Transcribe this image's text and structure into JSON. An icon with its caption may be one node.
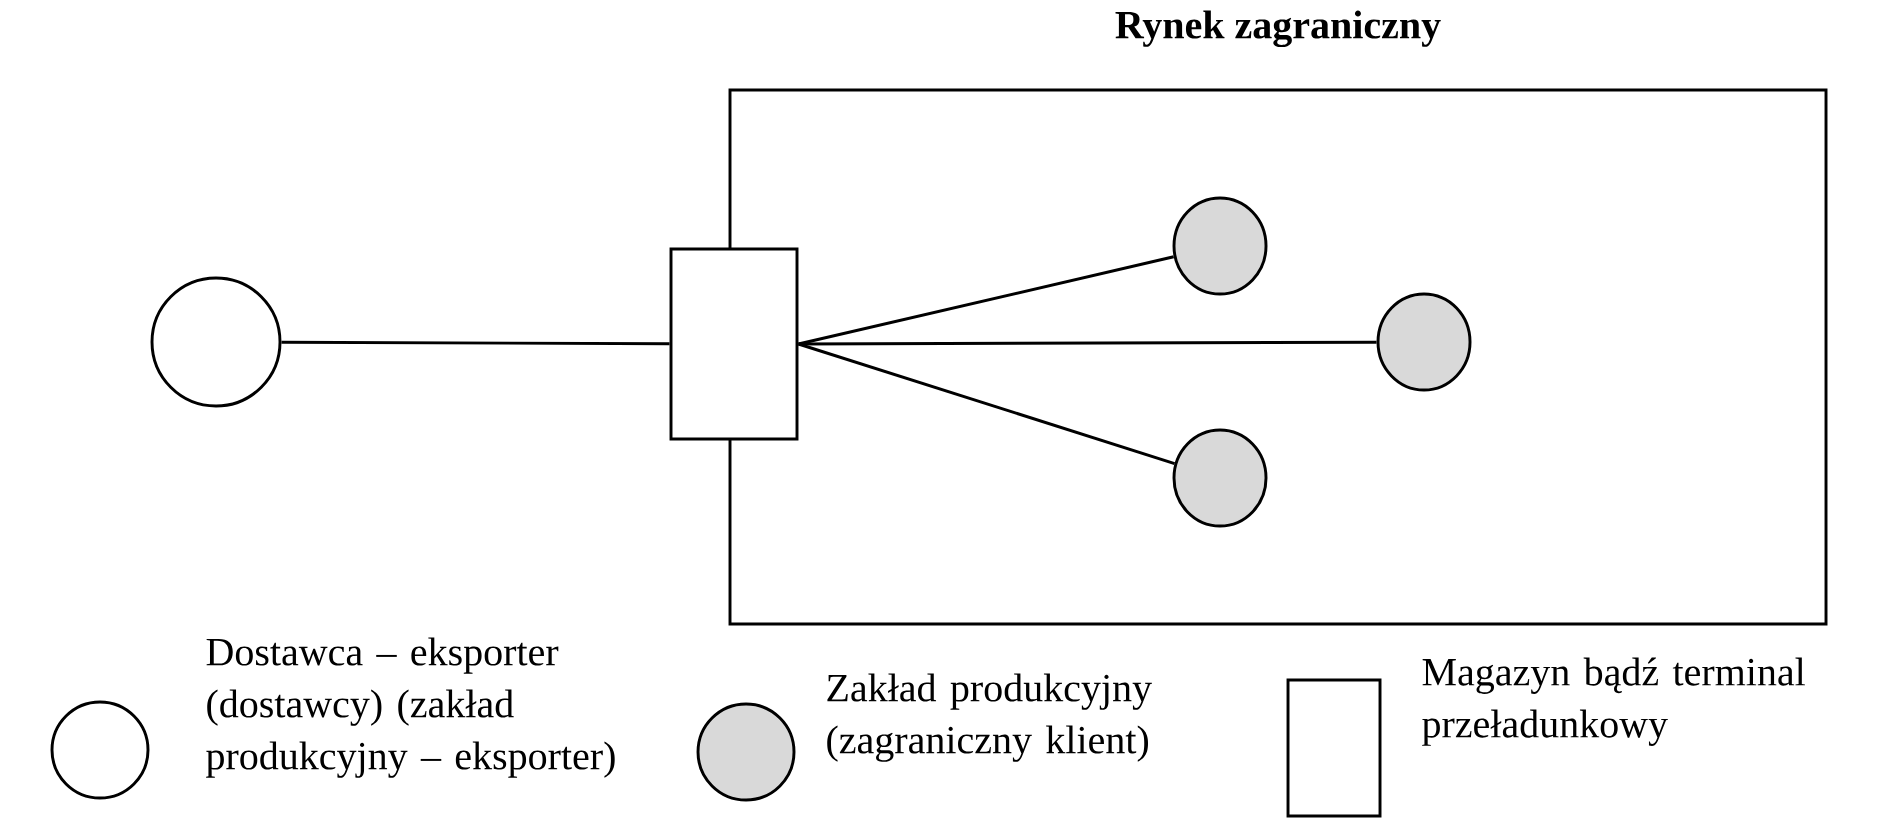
{
  "diagram": {
    "nodes": [
      {
        "text": [
          "Rynek zagraniczny"
        ]
      },
      {
        "text": [],
        "shape": "circle"
      },
      {
        "text": [],
        "shape": "box"
      },
      {
        "text": [],
        "shape": "circle",
        "in": 0
      },
      {
        "text": [],
        "shape": "circle",
        "in": 0
      },
      {
        "text": [],
        "shape": "circle",
        "in": 0
      }
    ],
    "edges": [
      {
        "from": 1,
        "to": 2,
        "arrow": "none"
      },
      {
        "from": 2,
        "to": 3,
        "arrow": "none"
      },
      {
        "from": 2,
        "to": 4,
        "arrow": "none"
      },
      {
        "from": 2,
        "to": 5,
        "arrow": "none"
      }
    ],
    "legend": [
      {
        "text": "Dostawca – eksporter (dostawcy) (zakład produkcyjny – eksporter)"
      },
      {
        "text": "Zakład produkcyjny (zagraniczny klient)"
      },
      {
        "text": "Magazyn bądź terminal przeładunkowy"
      }
    ]
  }
}
